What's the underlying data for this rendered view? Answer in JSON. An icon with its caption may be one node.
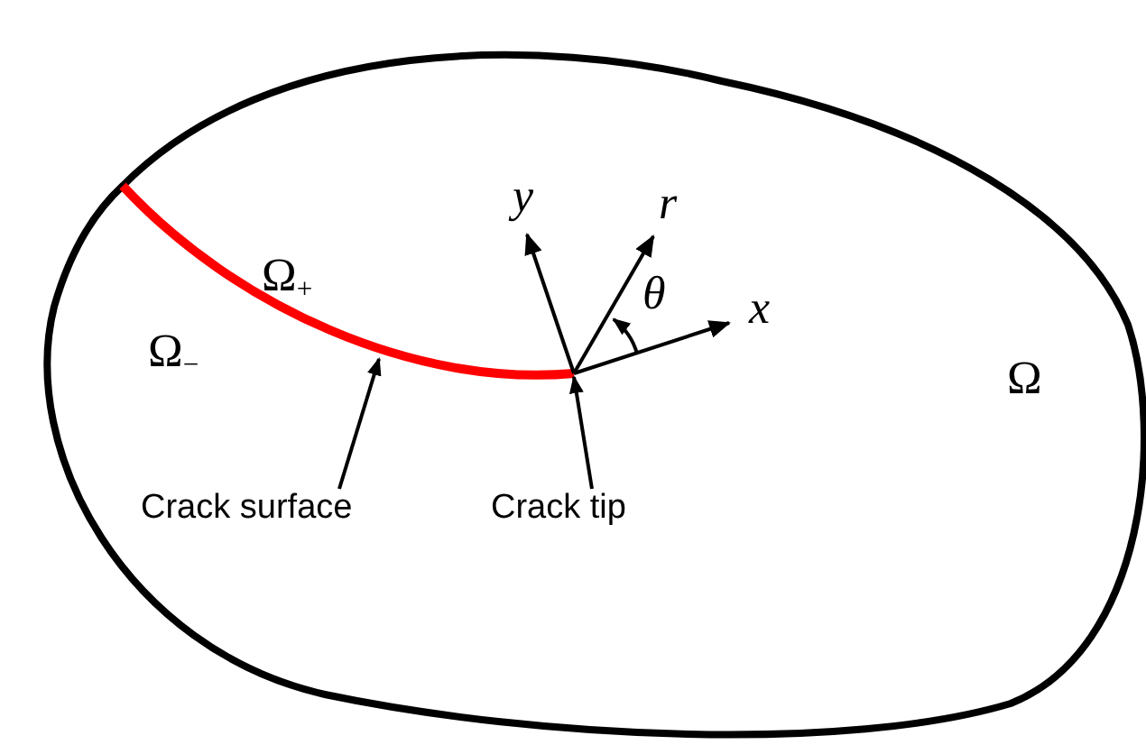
{
  "diagram": {
    "nodes": [
      {
        "text": [
          "Ω"
        ]
      },
      {
        "text": [],
        "shape": "curve",
        "in": 0
      },
      {
        "text": [
          "Crack surface"
        ],
        "in": 0
      },
      {
        "text": [
          "Crack tip"
        ],
        "in": 0
      }
    ],
    "edges": [
      {
        "from": 2,
        "to": 1,
        "arrow": "to"
      },
      {
        "from": 3,
        "to": 1,
        "arrow": "to"
      }
    ],
    "labels": [
      "y",
      "r",
      "θ",
      "x",
      "Ω$_{+}$",
      "Ω$_{−}$"
    ]
  }
}
